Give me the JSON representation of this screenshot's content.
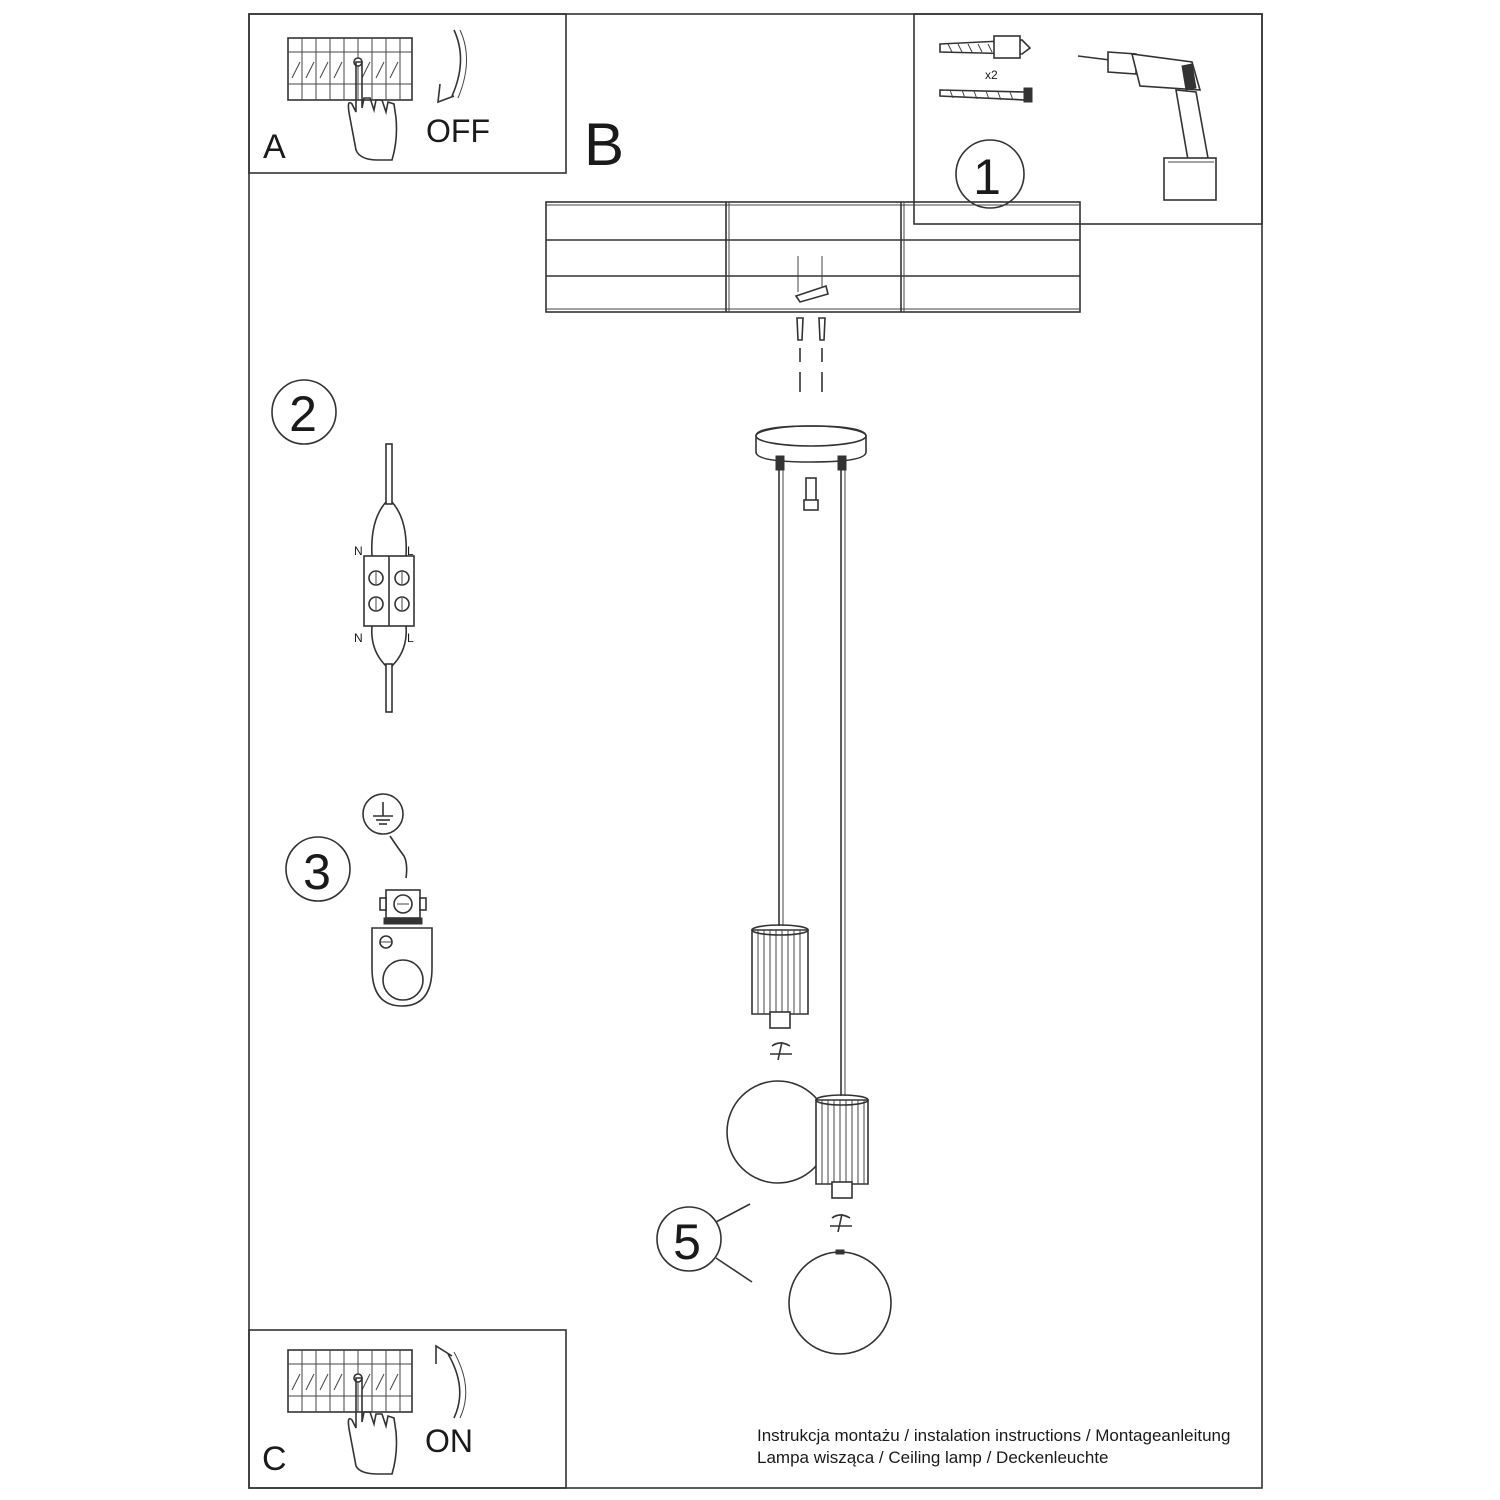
{
  "panels": {
    "a": {
      "letter": "A",
      "action": "OFF"
    },
    "b": {
      "letter": "B"
    },
    "c": {
      "letter": "C",
      "action": "ON"
    }
  },
  "steps": {
    "one": "1",
    "two": "2",
    "three": "3",
    "five": "5"
  },
  "kit": {
    "quantity": "x2"
  },
  "terminal": {
    "neutral": "N",
    "live": "L"
  },
  "footer": {
    "line1": "Instrukcja montażu / instalation instructions / Montageanleitung",
    "line2": "Lampa wisząca / Ceiling lamp / Deckenleuchte"
  }
}
